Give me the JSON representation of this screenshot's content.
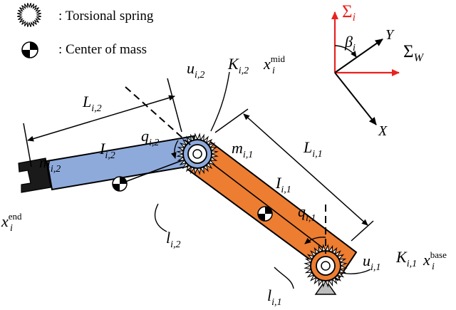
{
  "legend": {
    "spring_text": ": Torsional spring",
    "mass_text": ": Center of mass"
  },
  "frames": {
    "sigma_i": "Σ",
    "sigma_i_sub": "i",
    "sigma_w": "Σ",
    "sigma_w_sub": "W",
    "beta": "β",
    "beta_sub": "i",
    "x_axis": "X",
    "y_axis": "Y"
  },
  "link2": {
    "L": "L",
    "L_sub": "i,2",
    "m": "m",
    "m_sub": "i,2",
    "I": "I",
    "I_sub": "i,2",
    "q": "q",
    "q_sub": "i,2",
    "l": "l",
    "l_sub": "i,2",
    "color": "#8eaadb"
  },
  "link1": {
    "L": "L",
    "L_sub": "i,1",
    "m": "m",
    "m_sub": "i,1",
    "I": "I",
    "I_sub": "i,1",
    "q": "q",
    "q_sub": "i,1",
    "l": "l",
    "l_sub": "i,1",
    "color": "#ed7d31"
  },
  "mid_joint": {
    "u": "u",
    "u_sub": "i,2",
    "K": "K",
    "K_sub": "i,2",
    "x": "x",
    "x_sub": "i",
    "x_sup": "mid"
  },
  "base_joint": {
    "u": "u",
    "u_sub": "i,1",
    "K": "K",
    "K_sub": "i,1",
    "x": "x",
    "x_sub": "i",
    "x_sup": "base"
  },
  "end_effector": {
    "x": "x",
    "x_sub": "i",
    "x_sup": "end"
  },
  "colors": {
    "red_frame": "#e8231f",
    "link2_fill": "#8eaadb",
    "link1_fill": "#ed7d31",
    "outline": "#000000"
  }
}
